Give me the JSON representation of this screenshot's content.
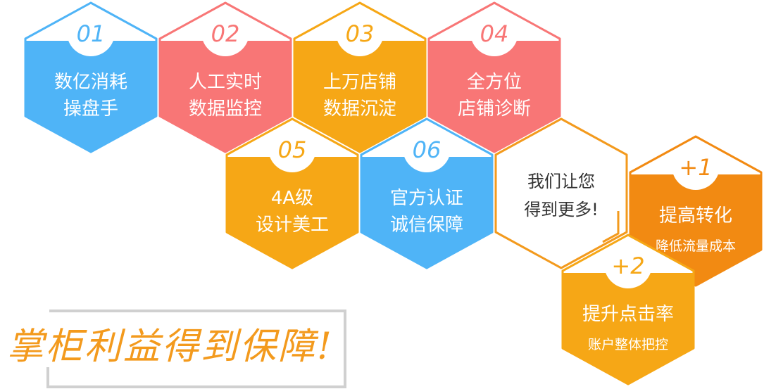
{
  "hexagons": [
    {
      "id": "h01",
      "badge": "01",
      "line1": "数亿消耗",
      "line2": "操盘手",
      "color": "#4fb4f7",
      "style": "filled"
    },
    {
      "id": "h02",
      "badge": "02",
      "line1": "人工实时",
      "line2": "数据监控",
      "color": "#f87676",
      "style": "filled"
    },
    {
      "id": "h03",
      "badge": "03",
      "line1": "上万店铺",
      "line2": "数据沉淀",
      "color": "#f6a716",
      "style": "filled"
    },
    {
      "id": "h04",
      "badge": "04",
      "line1": "全方位",
      "line2": "店铺诊断",
      "color": "#f87676",
      "style": "filled"
    },
    {
      "id": "h05",
      "badge": "05",
      "line1": "4A级",
      "line2": "设计美工",
      "color": "#f6a716",
      "style": "filled"
    },
    {
      "id": "h06",
      "badge": "06",
      "line1": "官方认证",
      "line2": "诚信保障",
      "color": "#4fb4f7",
      "style": "filled"
    },
    {
      "id": "hx",
      "badge": "",
      "line1": "我们让您",
      "line2": "得到更多!",
      "color": "#f39a1d",
      "style": "outline"
    },
    {
      "id": "hp1",
      "badge": "+1",
      "line1": "提高转化",
      "line2": "降低流量成本",
      "color": "#f28a12",
      "style": "filled"
    },
    {
      "id": "hp2",
      "badge": "+2",
      "line1": "提升点击率",
      "line2": "账户整体把控",
      "color": "#f6a716",
      "style": "filled"
    }
  ],
  "slogan": "掌柜利益得到保障!"
}
